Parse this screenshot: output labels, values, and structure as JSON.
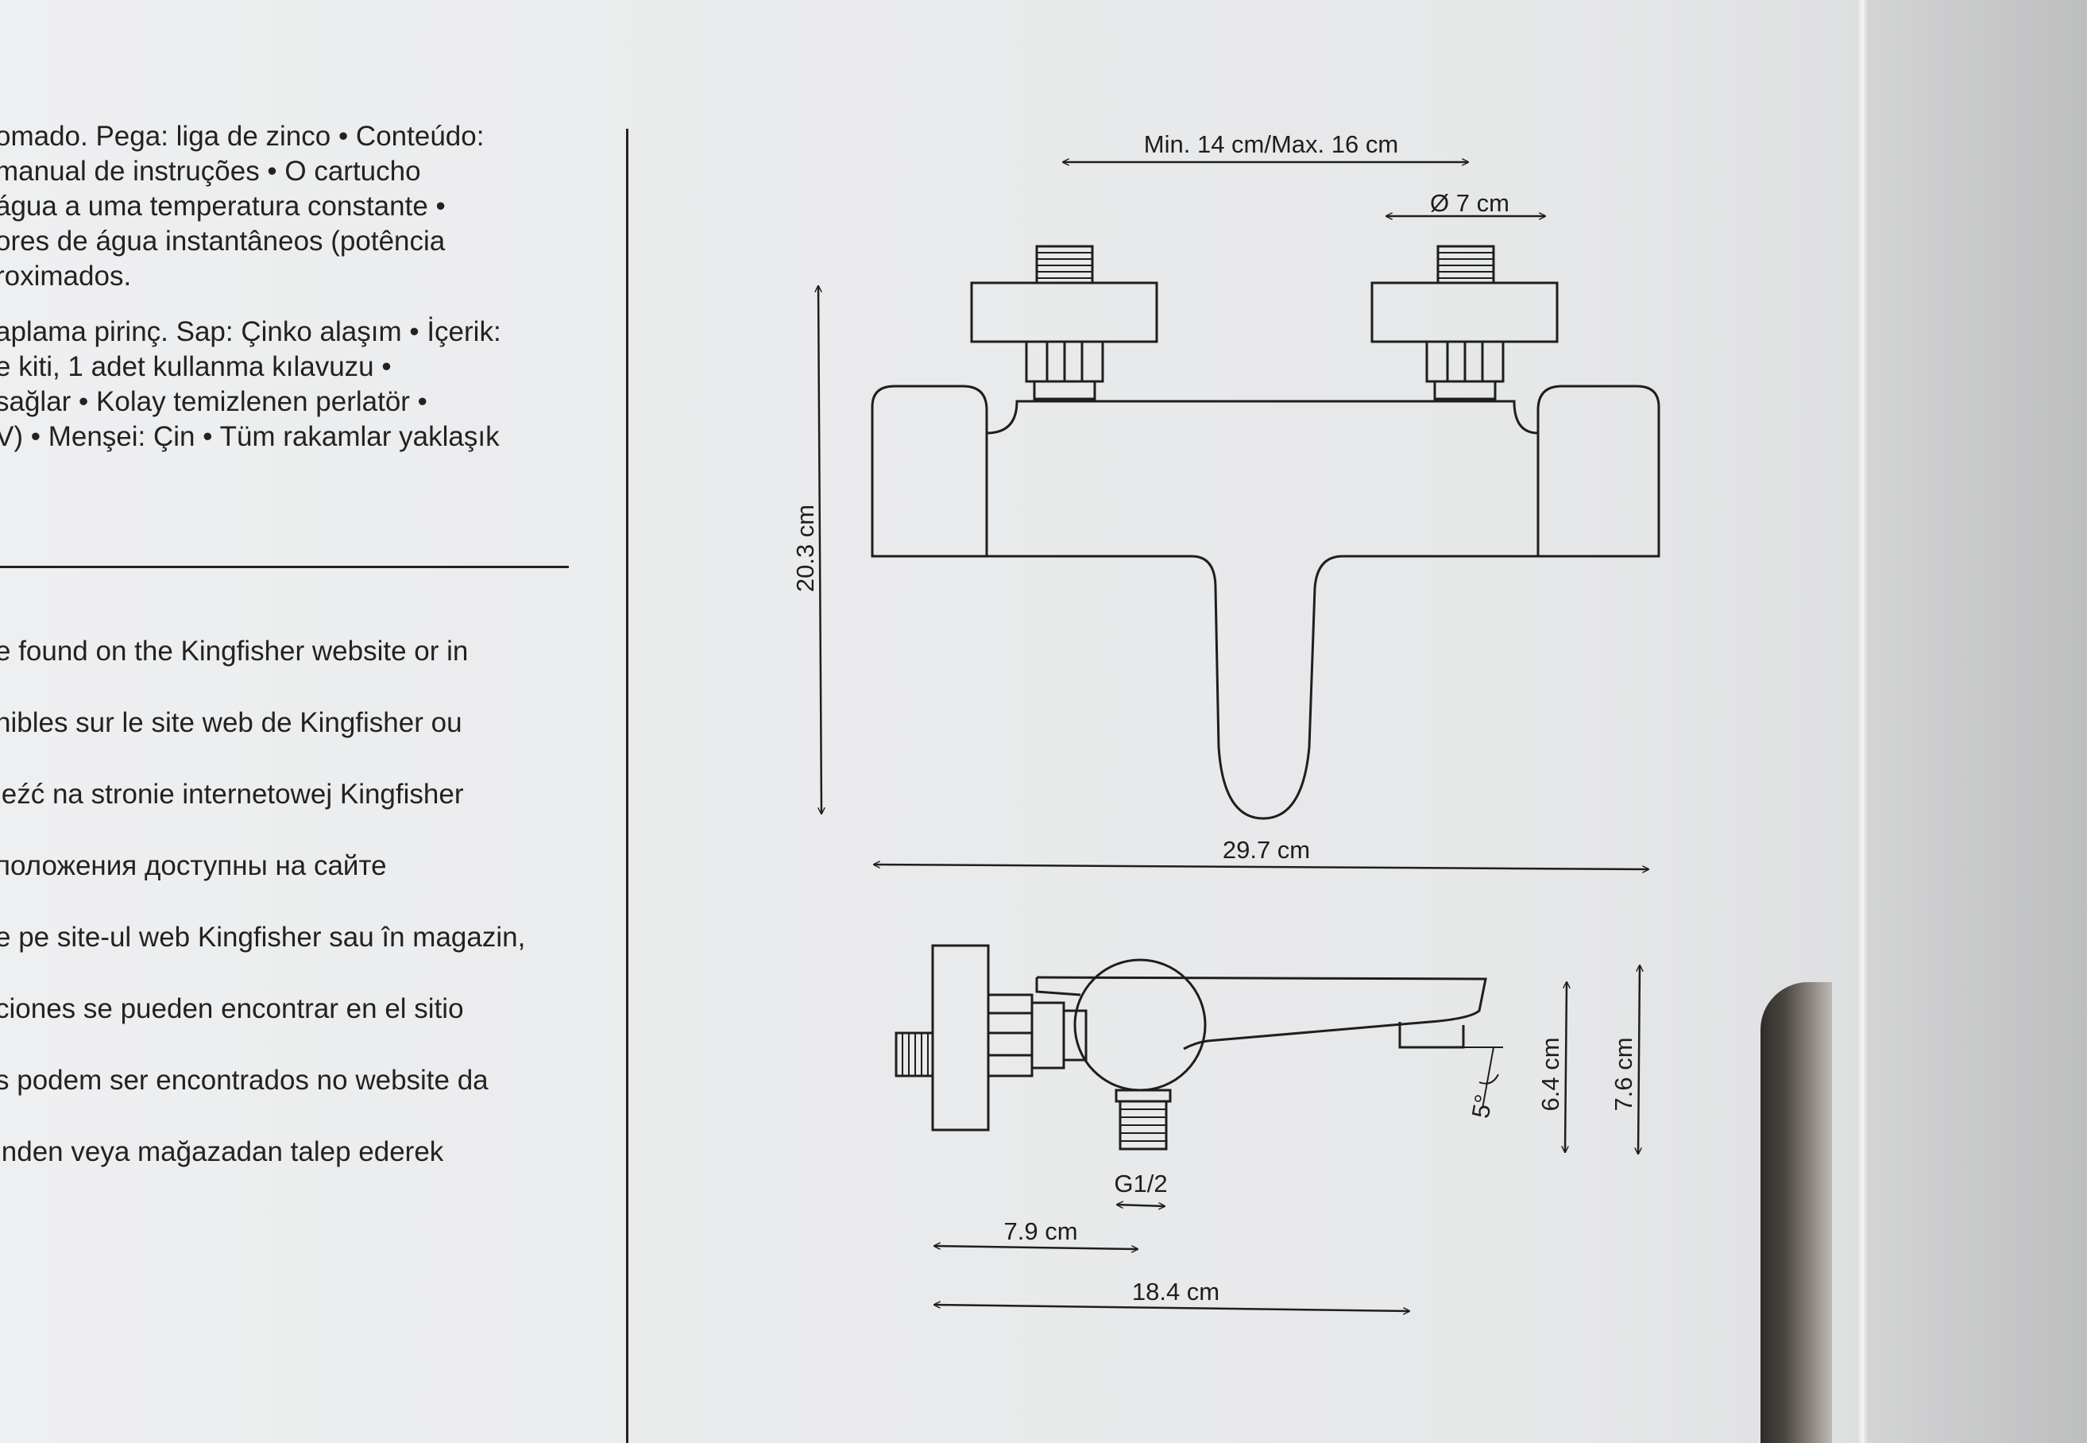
{
  "left_text": {
    "portuguese": [
      "omado. Pega: liga de zinco • Conteúdo:",
      " manual de instruções • O cartucho",
      "água a uma temperatura constante •",
      "ores de água instantâneos (potência",
      "roximados."
    ],
    "turkish": [
      "aplama pirinç. Sap: Çinko alaşım • İçerik:",
      "e kiti, 1 adet kullanma kılavuzu •",
      "sağlar • Kolay temizlenen perlatör •",
      "V) • Menşei: Çin • Tüm rakamlar yaklaşık"
    ],
    "instructions": [
      "e found on the Kingfisher website or in",
      "nibles sur le site web de Kingfisher ou",
      "leźć na stronie internetowej Kingfisher",
      "положения доступны на сайте",
      "e pe site-ul web Kingfisher sau în magazin,",
      "ciones se pueden encontrar en el sitio",
      "s podem ser encontrados no website da",
      "inden veya mağazadan talep ederek"
    ]
  },
  "dimensions": {
    "inlet_spacing": "Min. 14 cm/Max. 16 cm",
    "flange_diameter": "Ø 7 cm",
    "height": "20.3 cm",
    "width": "29.7 cm",
    "spout_height_inner": "6.4 cm",
    "spout_height_outer": "7.6 cm",
    "spout_angle": "5°",
    "outlet_thread": "G1/2",
    "outlet_offset": "7.9 cm",
    "depth": "18.4 cm"
  }
}
